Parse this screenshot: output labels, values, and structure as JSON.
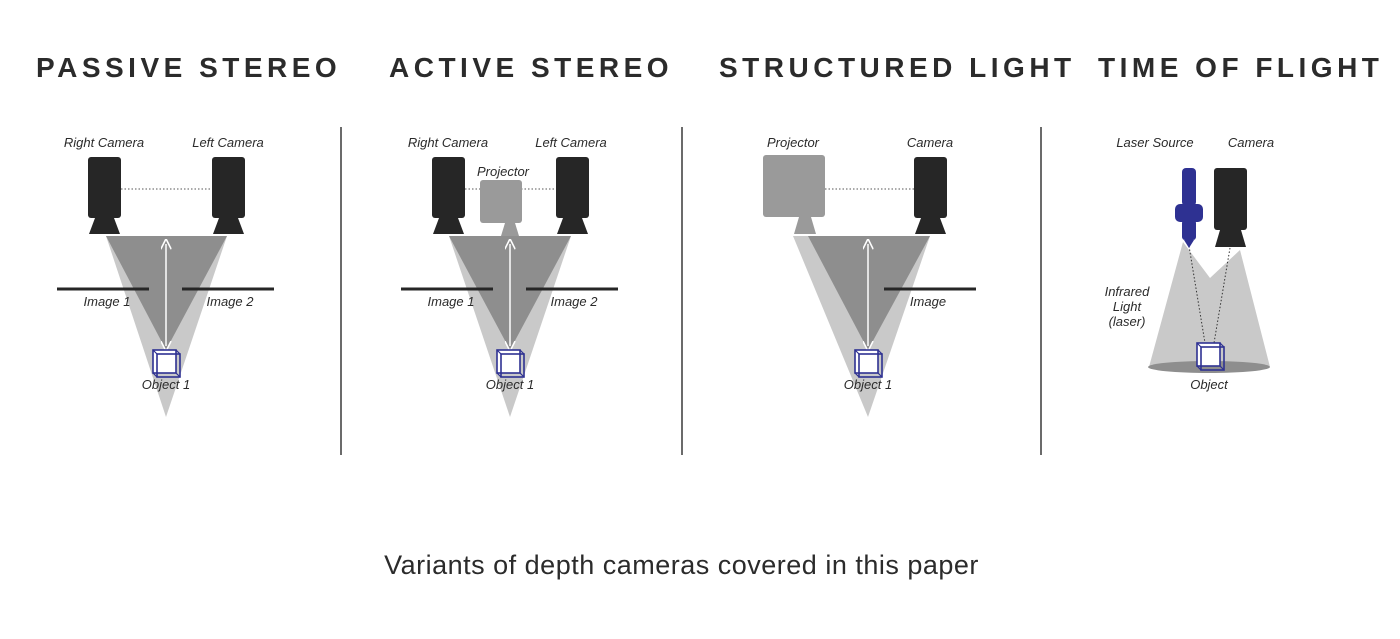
{
  "sections": [
    {
      "title": "PASSIVE STEREO",
      "labels": {
        "camera_a": "Right Camera",
        "camera_b": "Left Camera",
        "image_a": "Image 1",
        "image_b": "Image 2",
        "object": "Object 1"
      }
    },
    {
      "title": "ACTIVE STEREO",
      "labels": {
        "camera_a": "Right Camera",
        "camera_b": "Left Camera",
        "projector": "Projector",
        "image_a": "Image 1",
        "image_b": "Image 2",
        "object": "Object 1"
      }
    },
    {
      "title": "STRUCTURED LIGHT",
      "labels": {
        "projector": "Projector",
        "camera": "Camera",
        "image": "Image",
        "object": "Object 1"
      }
    },
    {
      "title": "TIME OF FLIGHT",
      "labels": {
        "laser": "Laser Source",
        "camera": "Camera",
        "infrared_1": "Infrared",
        "infrared_2": "Light",
        "infrared_3": "(laser)",
        "object": "Object"
      }
    }
  ],
  "caption": "Variants of depth cameras covered in this paper",
  "colors": {
    "camera": "#262626",
    "projector": "#9a9a9a",
    "light_cone": "#c9c9c9",
    "dark_cone": "#8e8e8e",
    "laser": "#2e3192",
    "object": "#2e3192",
    "text": "#2b2b2b"
  }
}
